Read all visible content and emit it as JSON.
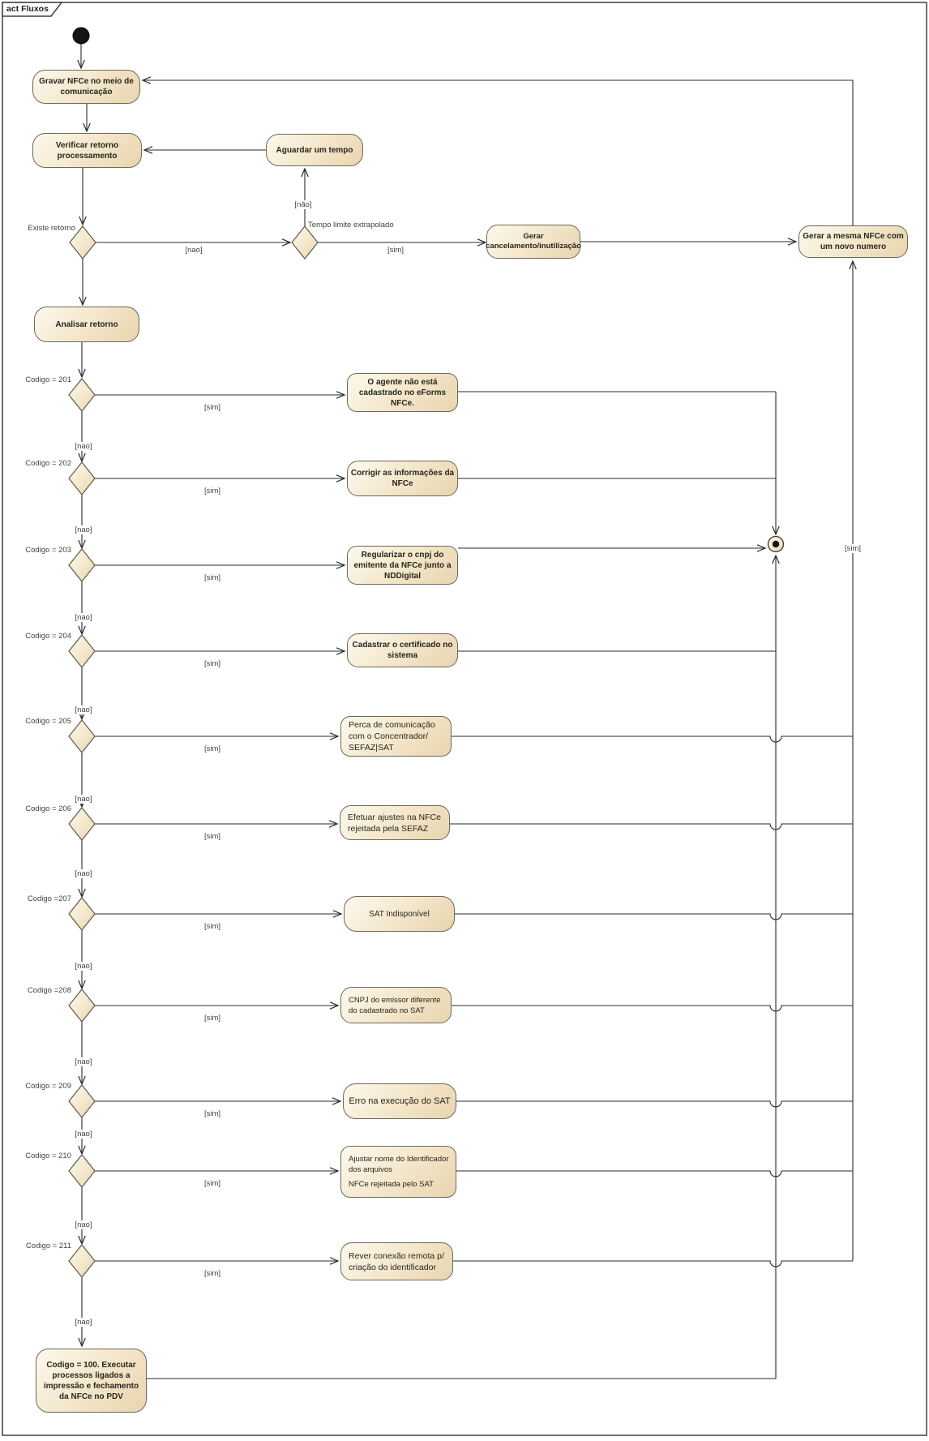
{
  "frame": {
    "tab_label": "act Fluxos"
  },
  "colors": {
    "node_fill_top": "#fdf9ee",
    "node_fill_bottom": "#e9d4ae",
    "node_border": "#6a6a58",
    "line": "#2a2a2a",
    "label_text": "#45453a",
    "node_text": "#26261c",
    "background": "#ffffff"
  },
  "labels": {
    "sim": "[sim]",
    "nao": "[nao]",
    "nao_accented": "[não]",
    "existe_retorno": "Existe retorno",
    "tempo_limite": "Tempo limite extrapolado"
  },
  "nodes": {
    "gravar": {
      "lines": [
        "Gravar NFCe no meio de",
        "comunicação"
      ]
    },
    "verificar": {
      "lines": [
        "Verificar retorno",
        "processamento"
      ]
    },
    "aguardar": {
      "lines": [
        "Aguardar um tempo"
      ]
    },
    "gerar_cancelamento": {
      "lines": [
        "Gerar",
        "cancelamento/inutilização"
      ]
    },
    "gerar_mesma": {
      "lines": [
        "Gerar a mesma NFCe com",
        "um novo numero"
      ]
    },
    "analisar": {
      "lines": [
        "Analisar retorno"
      ]
    },
    "codigo_100": {
      "lines": [
        "Codigo = 100. Executar",
        "processos ligados a",
        "impressão e fechamento",
        "da NFCe no PDV"
      ]
    }
  },
  "rows": [
    {
      "code": "Codigo = 201",
      "lines": [
        "O agente não está",
        "cadastrado no eForms",
        "NFCe."
      ]
    },
    {
      "code": "Codigo = 202",
      "lines": [
        "Corrigir as informações da",
        "NFCe"
      ]
    },
    {
      "code": "Codigo = 203",
      "lines": [
        "Regularizar o cnpj do",
        "emitente da NFCe junto a",
        "NDDigital"
      ]
    },
    {
      "code": "Codigo = 204",
      "lines": [
        "Cadastrar o certificado no",
        "sistema"
      ]
    },
    {
      "code": "Codigo = 205",
      "lines": [
        "Perca de comunicação",
        "com o Concentrador/",
        "SEFAZ|SAT"
      ]
    },
    {
      "code": "Codigo = 206",
      "lines": [
        "Efetuar ajustes na NFCe",
        "rejeitada pela SEFAZ"
      ]
    },
    {
      "code": "Codigo =207",
      "lines": [
        "SAT Indisponível"
      ]
    },
    {
      "code": "Codigo =208",
      "lines": [
        "CNPJ do emissor diferente",
        "do cadastrado no SAT"
      ]
    },
    {
      "code": "Codigo = 209",
      "lines": [
        "Erro na execução do SAT"
      ]
    },
    {
      "code": "Codigo = 210",
      "lines": [
        "Ajustar nome do Identificador",
        "dos arquivos",
        "NFCe rejeitada pelo SAT"
      ]
    },
    {
      "code": "Codigo = 211",
      "lines": [
        "Rever conexão remota p/",
        "criação do identificador"
      ]
    }
  ]
}
